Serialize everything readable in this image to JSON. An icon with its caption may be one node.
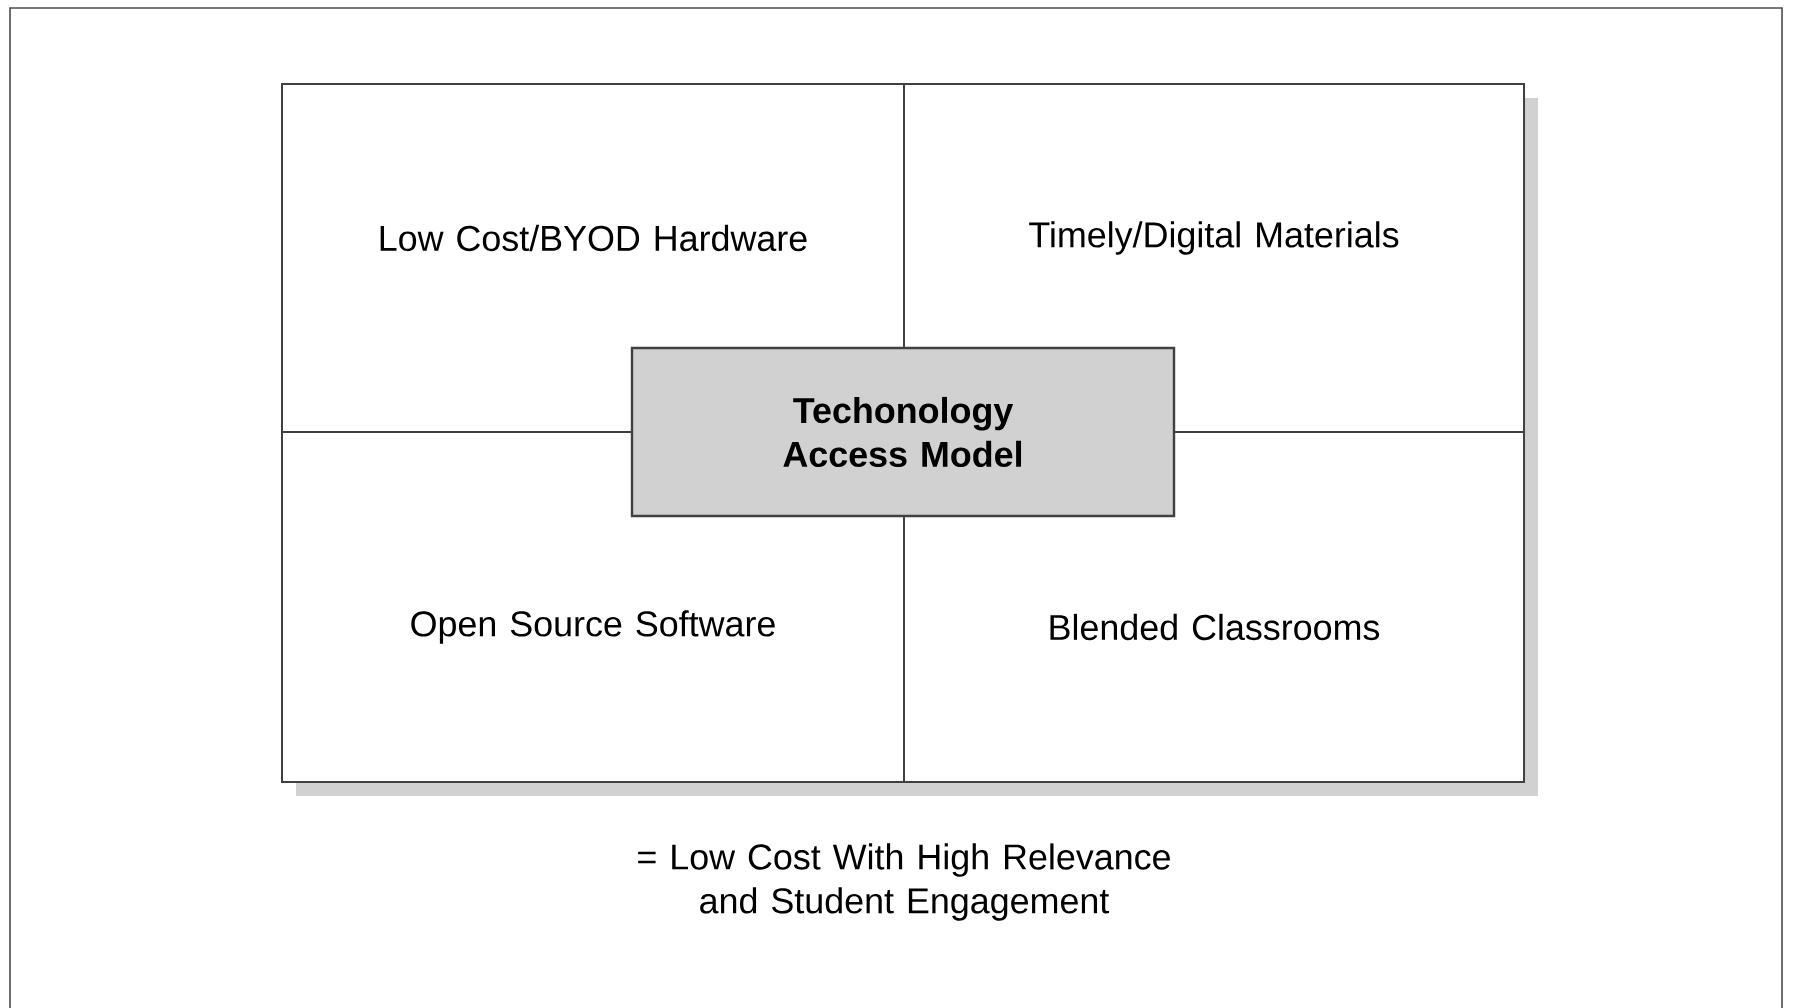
{
  "diagram": {
    "nodes": [
      {
        "text": [
          "Low Cost/BYOD Hardware"
        ]
      },
      {
        "text": [
          "Timely/Digital Materials"
        ]
      },
      {
        "text": [
          "Open Source Software"
        ]
      },
      {
        "text": [
          "Blended Classrooms"
        ]
      },
      {
        "text": [
          "Techonology Access Model"
        ]
      }
    ],
    "labels": [
      "= Low Cost With High Relevance and Student Engagement"
    ]
  }
}
